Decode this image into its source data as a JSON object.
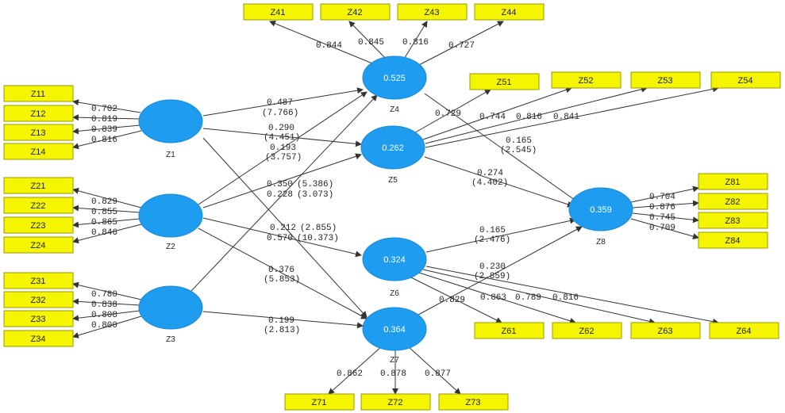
{
  "latent": {
    "Z1": {
      "label": "Z1",
      "r2": ""
    },
    "Z2": {
      "label": "Z2",
      "r2": ""
    },
    "Z3": {
      "label": "Z3",
      "r2": ""
    },
    "Z4": {
      "label": "Z4",
      "r2": "0.525"
    },
    "Z5": {
      "label": "Z5",
      "r2": "0.262"
    },
    "Z6": {
      "label": "Z6",
      "r2": "0.324"
    },
    "Z7": {
      "label": "Z7",
      "r2": "0.364"
    },
    "Z8": {
      "label": "Z8",
      "r2": "0.359"
    }
  },
  "indicators": {
    "Z11": "Z11",
    "Z12": "Z12",
    "Z13": "Z13",
    "Z14": "Z14",
    "Z21": "Z21",
    "Z22": "Z22",
    "Z23": "Z23",
    "Z24": "Z24",
    "Z31": "Z31",
    "Z32": "Z32",
    "Z33": "Z33",
    "Z34": "Z34",
    "Z41": "Z41",
    "Z42": "Z42",
    "Z43": "Z43",
    "Z44": "Z44",
    "Z51": "Z51",
    "Z52": "Z52",
    "Z53": "Z53",
    "Z54": "Z54",
    "Z61": "Z61",
    "Z62": "Z62",
    "Z63": "Z63",
    "Z64": "Z64",
    "Z71": "Z71",
    "Z72": "Z72",
    "Z73": "Z73",
    "Z81": "Z81",
    "Z82": "Z82",
    "Z83": "Z83",
    "Z84": "Z84"
  },
  "loadings": {
    "Z11": "0.702",
    "Z12": "0.819",
    "Z13": "0.839",
    "Z14": "0.816",
    "Z21": "0.829",
    "Z22": "0.855",
    "Z23": "0.865",
    "Z24": "0.846",
    "Z31": "0.780",
    "Z32": "0.838",
    "Z33": "0.808",
    "Z34": "0.800",
    "Z41": "0.844",
    "Z42": "0.845",
    "Z43": "0.816",
    "Z44": "0.727",
    "Z51": "0.729",
    "Z52": "0.744",
    "Z53": "0.816",
    "Z54": "0.841",
    "Z61": "0.829",
    "Z62": "0.863",
    "Z63": "0.789",
    "Z64": "0.816",
    "Z71": "0.862",
    "Z72": "0.878",
    "Z73": "0.877",
    "Z81": "0.704",
    "Z82": "0.876",
    "Z83": "0.745",
    "Z84": "0.709"
  },
  "paths": {
    "Z1_Z4": {
      "coef": "0.487",
      "t": "(7.766)"
    },
    "Z1_Z5": {
      "coef": "0.290",
      "t": "(4.451)"
    },
    "Z2_Z4": {
      "coef": "0.193",
      "t": "(3.757)"
    },
    "Z2_Z5": {
      "coef": "0.350",
      "t": "(5.386)"
    },
    "Z3_Z4": {
      "coef": "0.228",
      "t": "(3.073)"
    },
    "Z1_Z7": {
      "coef": "0.212",
      "t": "(2.855)"
    },
    "Z2_Z6": {
      "coef": "0.570",
      "t": "(10.373)"
    },
    "Z2_Z7": {
      "coef": "0.376",
      "t": "(5.853)"
    },
    "Z3_Z7": {
      "coef": "0.199",
      "t": "(2.813)"
    },
    "Z4_Z8": {
      "coef": "0.165",
      "t": "(2.545)"
    },
    "Z5_Z8": {
      "coef": "0.274",
      "t": "(4.402)"
    },
    "Z6_Z8": {
      "coef": "0.165",
      "t": "(2.476)"
    },
    "Z7_Z8": {
      "coef": "0.230",
      "t": "(2.859)"
    }
  }
}
